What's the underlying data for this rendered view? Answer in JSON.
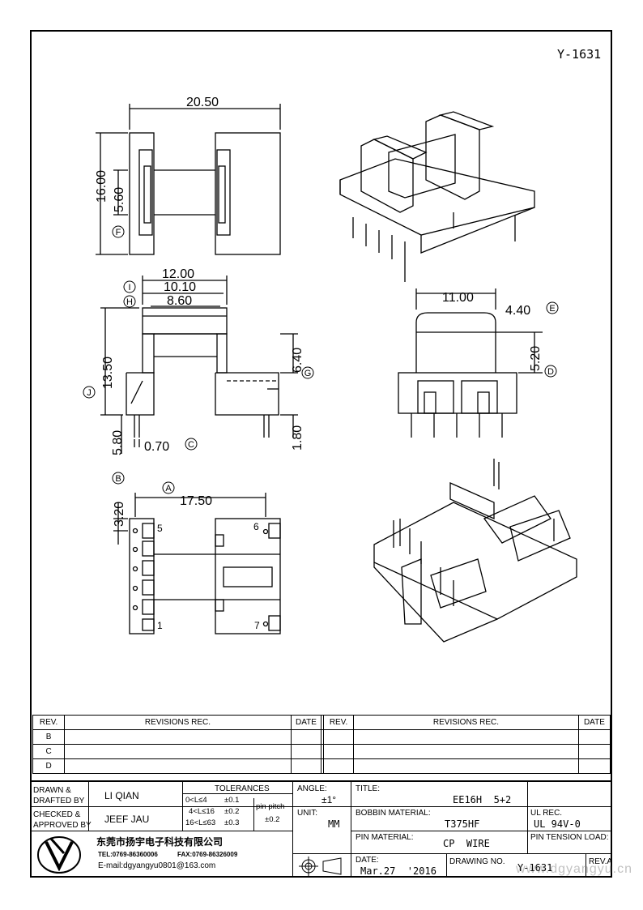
{
  "drawing_number_top": "Y-1631",
  "dimensions": {
    "d_20_50": "20.50",
    "d_16_00": "16.00",
    "d_5_60": "5.60",
    "d_12_00": "12.00",
    "d_10_10": "10.10",
    "d_8_60": "8.60",
    "d_13_50": "13.50",
    "d_6_40": "6.40",
    "d_5_80": "5.80",
    "d_0_70": "0.70",
    "d_1_80": "1.80",
    "d_11_00": "11.00",
    "d_4_40": "4.40",
    "d_5_20": "5.20",
    "d_3_20": "3.20",
    "d_17_50": "17.50"
  },
  "markers": {
    "A": "A",
    "B": "B",
    "C": "C",
    "D": "D",
    "E": "E",
    "F": "F",
    "G": "G",
    "H": "H",
    "I": "I",
    "J": "J"
  },
  "pins": {
    "p1": "1",
    "p5": "5",
    "p6": "6",
    "p7": "7"
  },
  "revisions": {
    "rev_header": "REV.",
    "rec_header": "REVISIONS   REC.",
    "date_header": "DATE",
    "rows": [
      "B",
      "C",
      "D"
    ]
  },
  "titleblock": {
    "drawn_label": "DRAWN &\nDRAFTED BY",
    "drawn_value": "LI QIAN",
    "checked_label": "CHECKED &\nAPPROVED BY",
    "checked_value": "JEEF JAU",
    "tolerances_label": "TOLERANCES",
    "tol_1": "0<L≤4",
    "tol_1v": "±0.1",
    "tol_2": "4<L≤16",
    "tol_2v": "±0.2",
    "tol_3": "16<L≤63",
    "tol_3v": "±0.3",
    "pin_pitch_label": "pin pitch",
    "pin_pitch_value": "±0.2",
    "angle_label": "ANGLE:",
    "angle_value": "±1°",
    "unit_label": "UNIT:",
    "unit_value": "MM",
    "title_label": "TITLE:",
    "title_value": "EE16H  5+2",
    "bobbin_label": "BOBBIN MATERIAL:",
    "bobbin_value": "T375HF",
    "ul_label": "UL REC.",
    "ul_value": "UL 94V-0",
    "pin_mat_label": "PIN MATERIAL:",
    "pin_mat_value": "CP  WIRE",
    "pin_tension_label": "PIN TENSION LOAD:",
    "date_label": "DATE:",
    "date_value": "Mar.27  '2016",
    "dwg_label": "DRAWING NO.",
    "dwg_value": "Y-1631",
    "rev_label": "REV.A",
    "company_name": "东莞市扬宇电子科技有限公司",
    "tel": "TEL:0769-86360006",
    "fax": "FAX:0769-86326009",
    "email": "E-mail:dgyangyu0801@163.com",
    "watermark": "www.dgyangyu.cn"
  }
}
